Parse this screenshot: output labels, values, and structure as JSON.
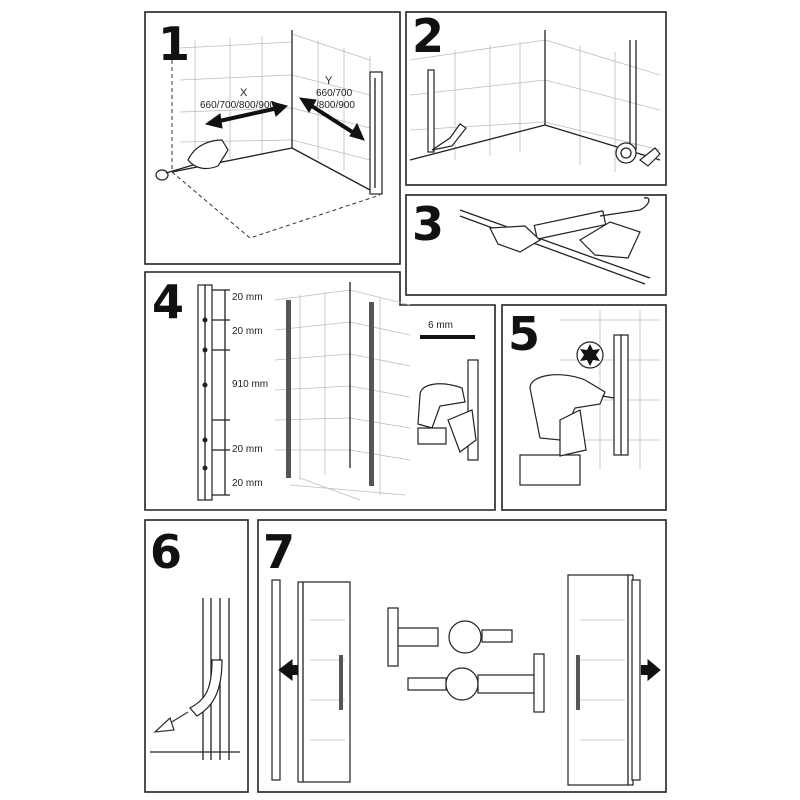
{
  "steps": [
    {
      "number": "1"
    },
    {
      "number": "2"
    },
    {
      "number": "3"
    },
    {
      "number": "4"
    },
    {
      "number": "5"
    },
    {
      "number": "6"
    },
    {
      "number": "7"
    }
  ],
  "step1": {
    "x_label": "X",
    "x_sizes": "660/700/800/900",
    "y_label": "Y",
    "y_sizes_line1": "660/700",
    "y_sizes_line2": "/800/900"
  },
  "step4": {
    "dims": [
      "20 mm",
      "20 mm",
      "910 mm",
      "20 mm",
      "20 mm"
    ],
    "drill_size": "6 mm"
  }
}
